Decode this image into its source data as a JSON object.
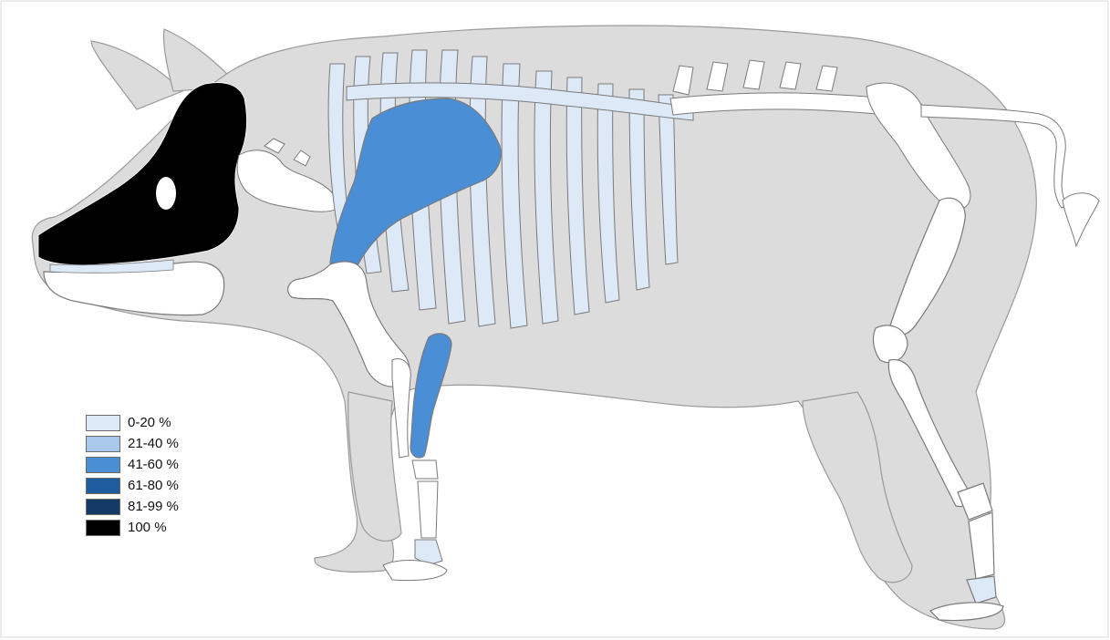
{
  "colors": {
    "body_fill": "#dcdcdc",
    "body_outline": "#9a9a9a",
    "bone_white": "#ffffff",
    "bone_outline": "#7a7a7a",
    "class_0_20": "#dde9f7",
    "class_21_40": "#a9c8ec",
    "class_41_60": "#4a8fd6",
    "class_61_80": "#1f5c9e",
    "class_81_99": "#143a66",
    "class_100": "#000000"
  },
  "legend": [
    {
      "label": "0-20 %",
      "color": "#dde9f7"
    },
    {
      "label": "21-40 %",
      "color": "#a9c8ec"
    },
    {
      "label": "41-60 %",
      "color": "#4a8fd6"
    },
    {
      "label": "61-80 %",
      "color": "#1f5c9e"
    },
    {
      "label": "81-99 %",
      "color": "#143a66"
    },
    {
      "label": "100 %",
      "color": "#000000"
    }
  ],
  "elements": {
    "skull": "100 %",
    "mandible": "0-20 %",
    "ribs": "0-20 %",
    "thoracic_vertebrae": "0-20 %",
    "scapula": "41-60 %",
    "radius_ulna": "41-60 %",
    "forelimb_carpals": "0-20 %",
    "hindlimb_tarsals": "0-20 %"
  }
}
